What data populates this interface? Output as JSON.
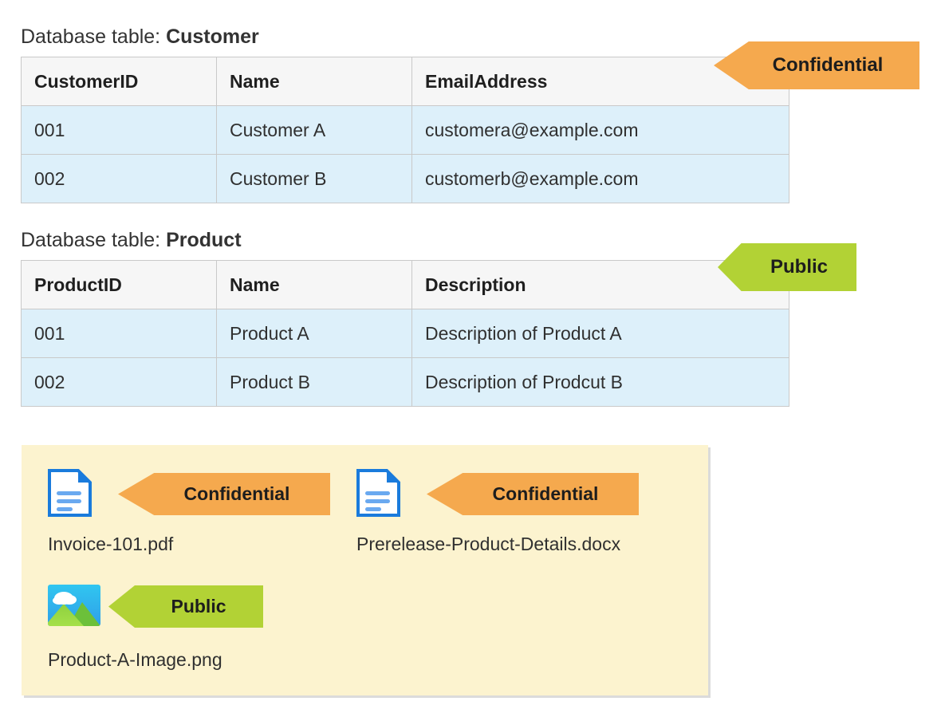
{
  "sections": [
    {
      "caption_label": "Database table: ",
      "caption_name": "Customer",
      "headers": [
        "CustomerID",
        "Name",
        "EmailAddress"
      ],
      "rows": [
        [
          "001",
          "Customer A",
          "customera@example.com"
        ],
        [
          "002",
          "Customer B",
          "customerb@example.com"
        ]
      ],
      "badge": {
        "label": "Confidential",
        "color": "#f5a94e"
      }
    },
    {
      "caption_label": "Database table: ",
      "caption_name": "Product",
      "headers": [
        "ProductID",
        "Name",
        "Description"
      ],
      "rows": [
        [
          "001",
          "Product A",
          "Description of Product A"
        ],
        [
          "002",
          "Product B",
          "Description of Prodcut B"
        ]
      ],
      "badge": {
        "label": "Public",
        "color": "#b2d235"
      }
    }
  ],
  "file_panel": {
    "background_color": "#fcf3cf",
    "files": [
      {
        "name": "Invoice-101.pdf",
        "icon": "document-icon",
        "badge": {
          "label": "Confidential",
          "color": "#f5a94e"
        }
      },
      {
        "name": "Prerelease-Product-Details.docx",
        "icon": "document-icon",
        "badge": {
          "label": "Confidential",
          "color": "#f5a94e"
        }
      },
      {
        "name": "Product-A-Image.png",
        "icon": "image-icon",
        "badge": {
          "label": "Public",
          "color": "#b2d235"
        }
      }
    ]
  }
}
